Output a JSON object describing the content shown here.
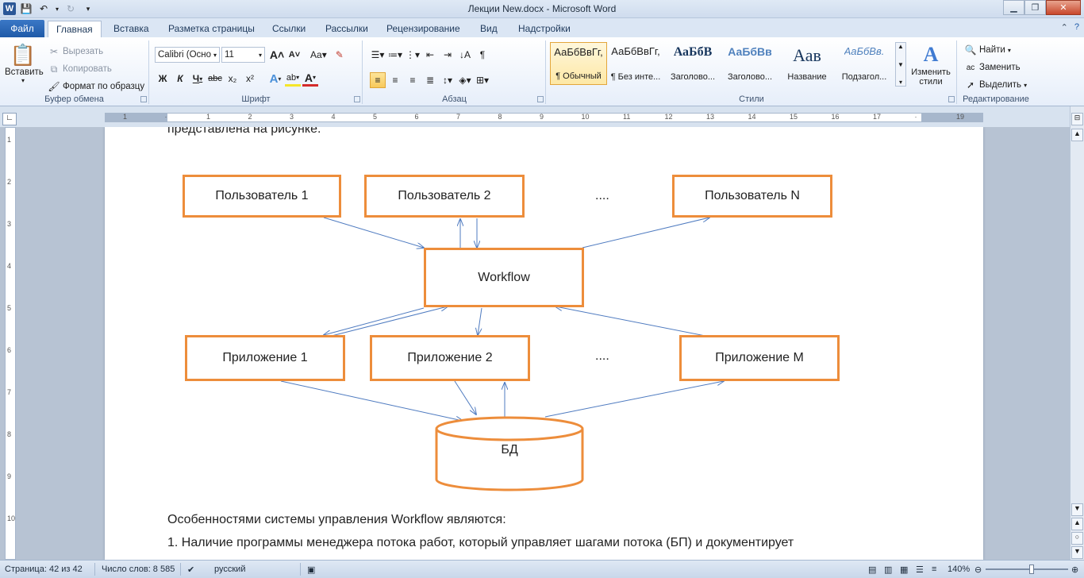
{
  "window": {
    "title": "Лекции New.docx - Microsoft Word",
    "app_icon": "W",
    "buttons": [
      "minimize",
      "maximize",
      "close"
    ]
  },
  "tabs": {
    "file": "Файл",
    "items": [
      "Главная",
      "Вставка",
      "Разметка страницы",
      "Ссылки",
      "Рассылки",
      "Рецензирование",
      "Вид",
      "Надстройки"
    ],
    "active_index": 0
  },
  "ribbon": {
    "clipboard": {
      "title": "Буфер обмена",
      "paste": "Вставить",
      "cut": "Вырезать",
      "copy": "Копировать",
      "format_painter": "Формат по образцу"
    },
    "font": {
      "title": "Шрифт",
      "font_name": "Calibri (Осно",
      "font_size": "11",
      "bold": "Ж",
      "italic": "К",
      "underline": "Ч",
      "strike": "abc",
      "subscript": "x₂",
      "superscript": "x²",
      "grow": "A",
      "shrink": "A",
      "change_case": "Aa",
      "text_effects": "A",
      "highlight": "ab",
      "font_color": "A"
    },
    "paragraph": {
      "title": "Абзац"
    },
    "styles": {
      "title": "Стили",
      "items": [
        {
          "sample": "АаБбВвГг,",
          "name": "¶ Обычный"
        },
        {
          "sample": "АаБбВвГг,",
          "name": "¶ Без инте..."
        },
        {
          "sample": "АаБбВ",
          "name": "Заголово..."
        },
        {
          "sample": "АаБбВв",
          "name": "Заголово..."
        },
        {
          "sample": "Аав",
          "name": "Название"
        },
        {
          "sample": "АаБбВв.",
          "name": "Подзагол..."
        }
      ],
      "change_styles": "Изменить стили"
    },
    "editing": {
      "title": "Редактирование",
      "find": "Найти",
      "replace": "Заменить",
      "select": "Выделить"
    }
  },
  "ruler": {
    "numbers": [
      "1",
      "·",
      "1",
      "2",
      "3",
      "4",
      "5",
      "6",
      "7",
      "8",
      "9",
      "10",
      "11",
      "12",
      "13",
      "14",
      "15",
      "16",
      "17",
      "·",
      "19"
    ],
    "vnumbers": [
      "1",
      "2",
      "3",
      "4",
      "5",
      "6",
      "7",
      "8",
      "9",
      "10"
    ]
  },
  "document": {
    "top_line": "представлена на рисунке.",
    "diagram": {
      "users": [
        "Пользователь 1",
        "Пользователь 2",
        "Пользователь N"
      ],
      "workflow": "Workflow",
      "apps": [
        "Приложение 1",
        "Приложение 2",
        "Приложение M"
      ],
      "db": "БД",
      "ellipsis": "....",
      "accent_color": "#ED8D3B",
      "arrow_color": "#4F7BC0"
    },
    "para1": "Особенностями системы управления Workflow являются:",
    "para2": "1. Наличие программы менеджера потока работ, который управляет шагами потока (БП) и документирует"
  },
  "status": {
    "page": "Страница: 42 из 42",
    "words": "Число слов: 8 585",
    "language": "русский",
    "zoom": "140%"
  }
}
